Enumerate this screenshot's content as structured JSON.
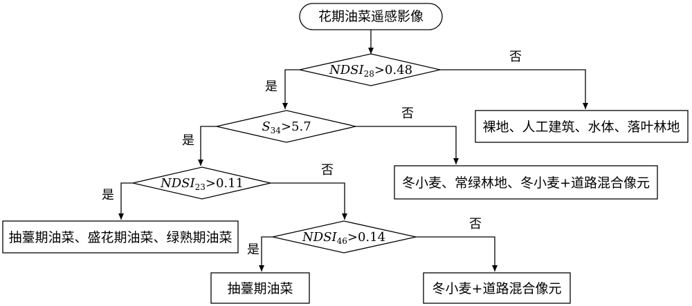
{
  "diagram": {
    "start": {
      "text": "花期油菜遥感影像"
    },
    "decisions": [
      {
        "var": "NDSI",
        "sub": "28",
        "cond": ">0.48"
      },
      {
        "var": "S",
        "sub": "34",
        "cond": ">5.7"
      },
      {
        "var": "NDSI",
        "sub": "23",
        "cond": ">0.11"
      },
      {
        "var": "NDSI",
        "sub": "46",
        "cond": ">0.14"
      }
    ],
    "outcomes": [
      {
        "text": "裸地、人工建筑、水体、落叶林地"
      },
      {
        "text": "冬小麦、常绿林地、冬小麦+道路混合像元"
      },
      {
        "text": "抽薹期油菜、盛花期油菜、绿熟期油菜"
      },
      {
        "text": "抽薹期油菜"
      },
      {
        "text": "冬小麦+道路混合像元"
      }
    ],
    "branch_labels": {
      "yes": "是",
      "no": "否"
    },
    "colors": {
      "stroke": "#000000",
      "background": "#ffffff"
    }
  }
}
